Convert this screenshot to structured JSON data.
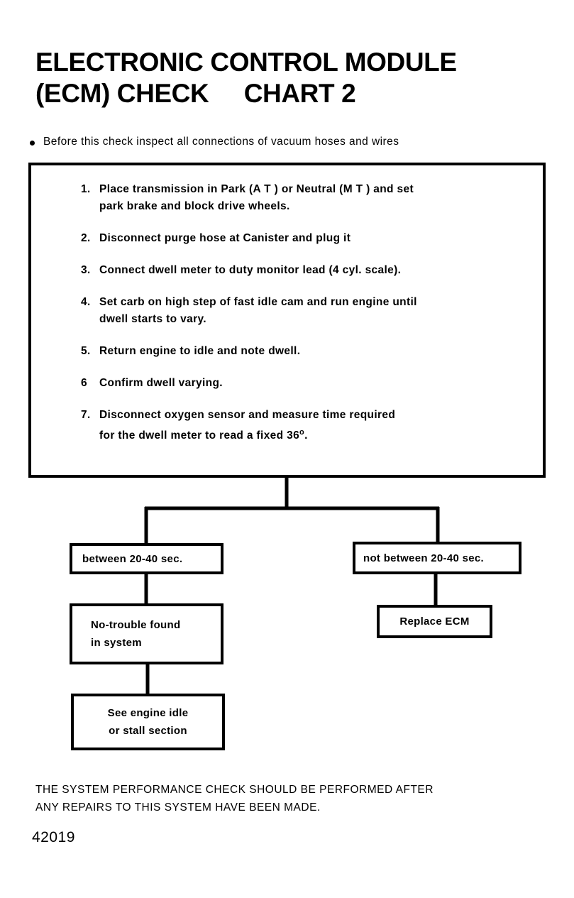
{
  "document": {
    "title_lines": [
      "ELECTRONIC CONTROL MODULE",
      "(ECM) CHECK     CHART 2"
    ],
    "bullet_note": "Before this check inspect all connections of vacuum hoses and wires",
    "footer_note": "THE SYSTEM PERFORMANCE CHECK SHOULD BE PERFORMED AFTER\nANY REPAIRS TO THIS SYSTEM HAVE BEEN MADE.",
    "part_number": "42019"
  },
  "steps": [
    {
      "num": "1.",
      "text": "Place transmission in Park (A T ) or Neutral (M T ) and set\npark brake and block drive wheels."
    },
    {
      "num": "2.",
      "text": "Disconnect purge hose at Canister and plug it"
    },
    {
      "num": "3.",
      "text": "Connect dwell meter to duty monitor lead (4 cyl. scale)."
    },
    {
      "num": "4.",
      "text": "Set carb on high step of fast idle cam and run engine until\ndwell starts to vary."
    },
    {
      "num": "5.",
      "text": "Return engine to idle and note dwell."
    },
    {
      "num": "6",
      "text": "Confirm dwell varying."
    },
    {
      "num": "7.",
      "text": "Disconnect oxygen sensor and measure time required\nfor the dwell meter to read a fixed 36",
      "suffix_sup": "o",
      "suffix_tail": "."
    }
  ],
  "flow": {
    "branch_left": "between 20-40 sec.",
    "branch_right": "not between 20-40 sec.",
    "left_result": "No-trouble found\nin system",
    "right_result": "Replace ECM",
    "left_final": "See engine idle\nor stall section"
  },
  "colors": {
    "ink": "#000000",
    "paper": "#ffffff"
  }
}
